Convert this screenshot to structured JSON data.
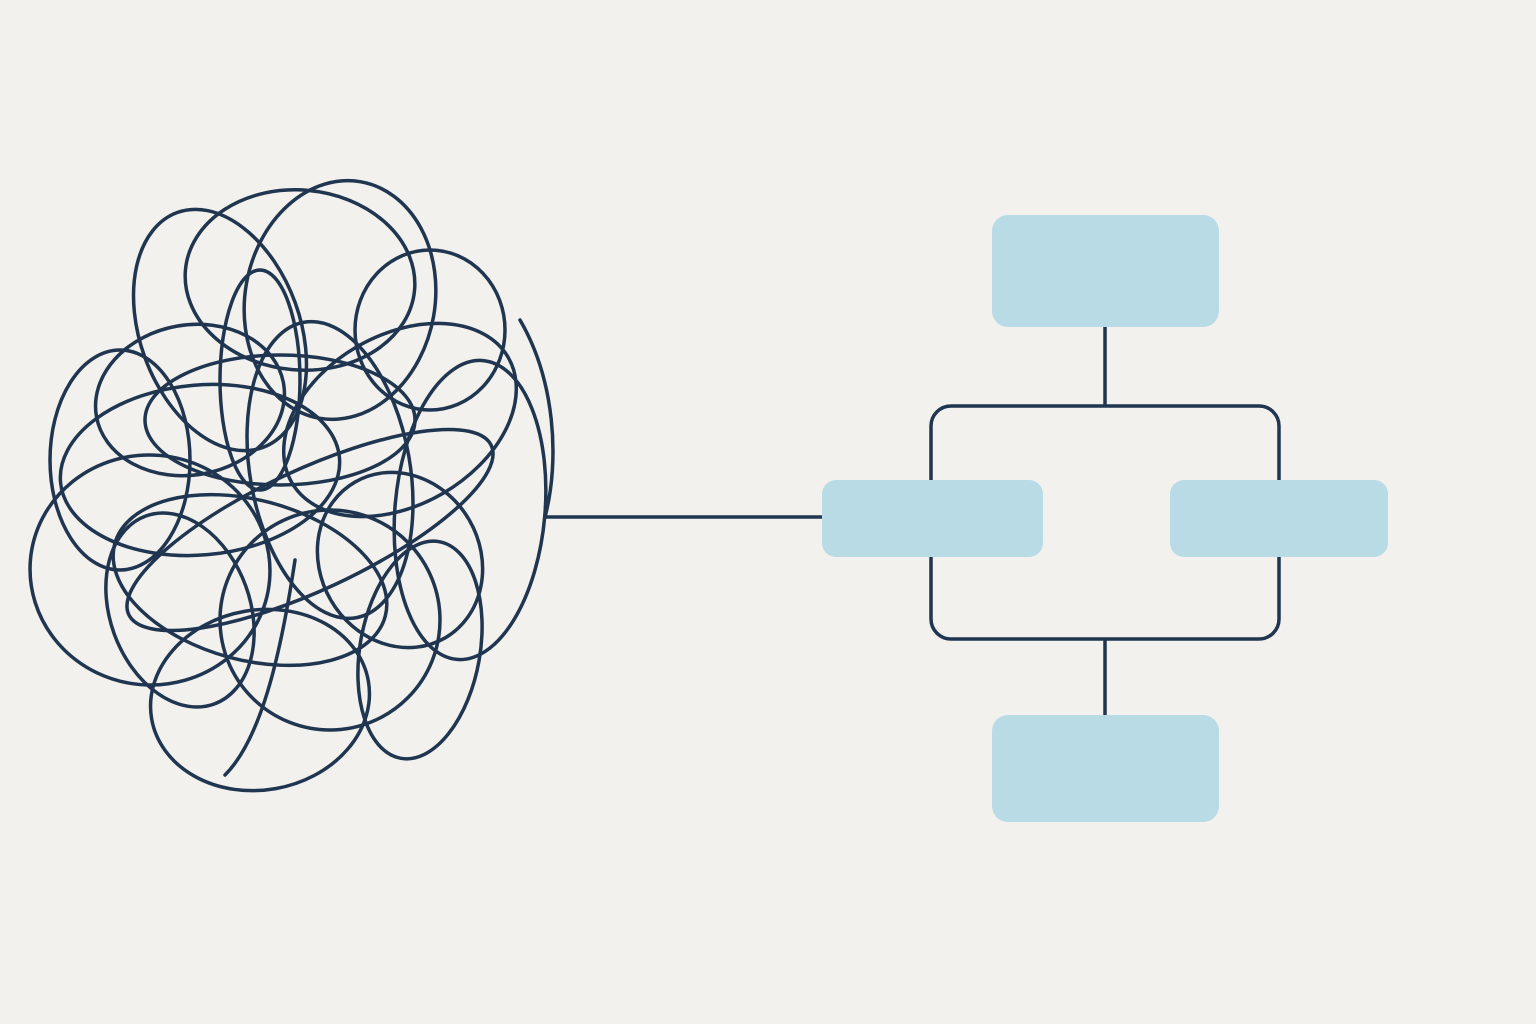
{
  "colors": {
    "background": "#f2f1ed",
    "stroke": "#1f3550",
    "box_fill": "#b8dbe6"
  },
  "diagram": {
    "nodes": [
      {
        "id": "top",
        "label": ""
      },
      {
        "id": "left",
        "label": ""
      },
      {
        "id": "right",
        "label": ""
      },
      {
        "id": "bottom",
        "label": ""
      }
    ]
  }
}
